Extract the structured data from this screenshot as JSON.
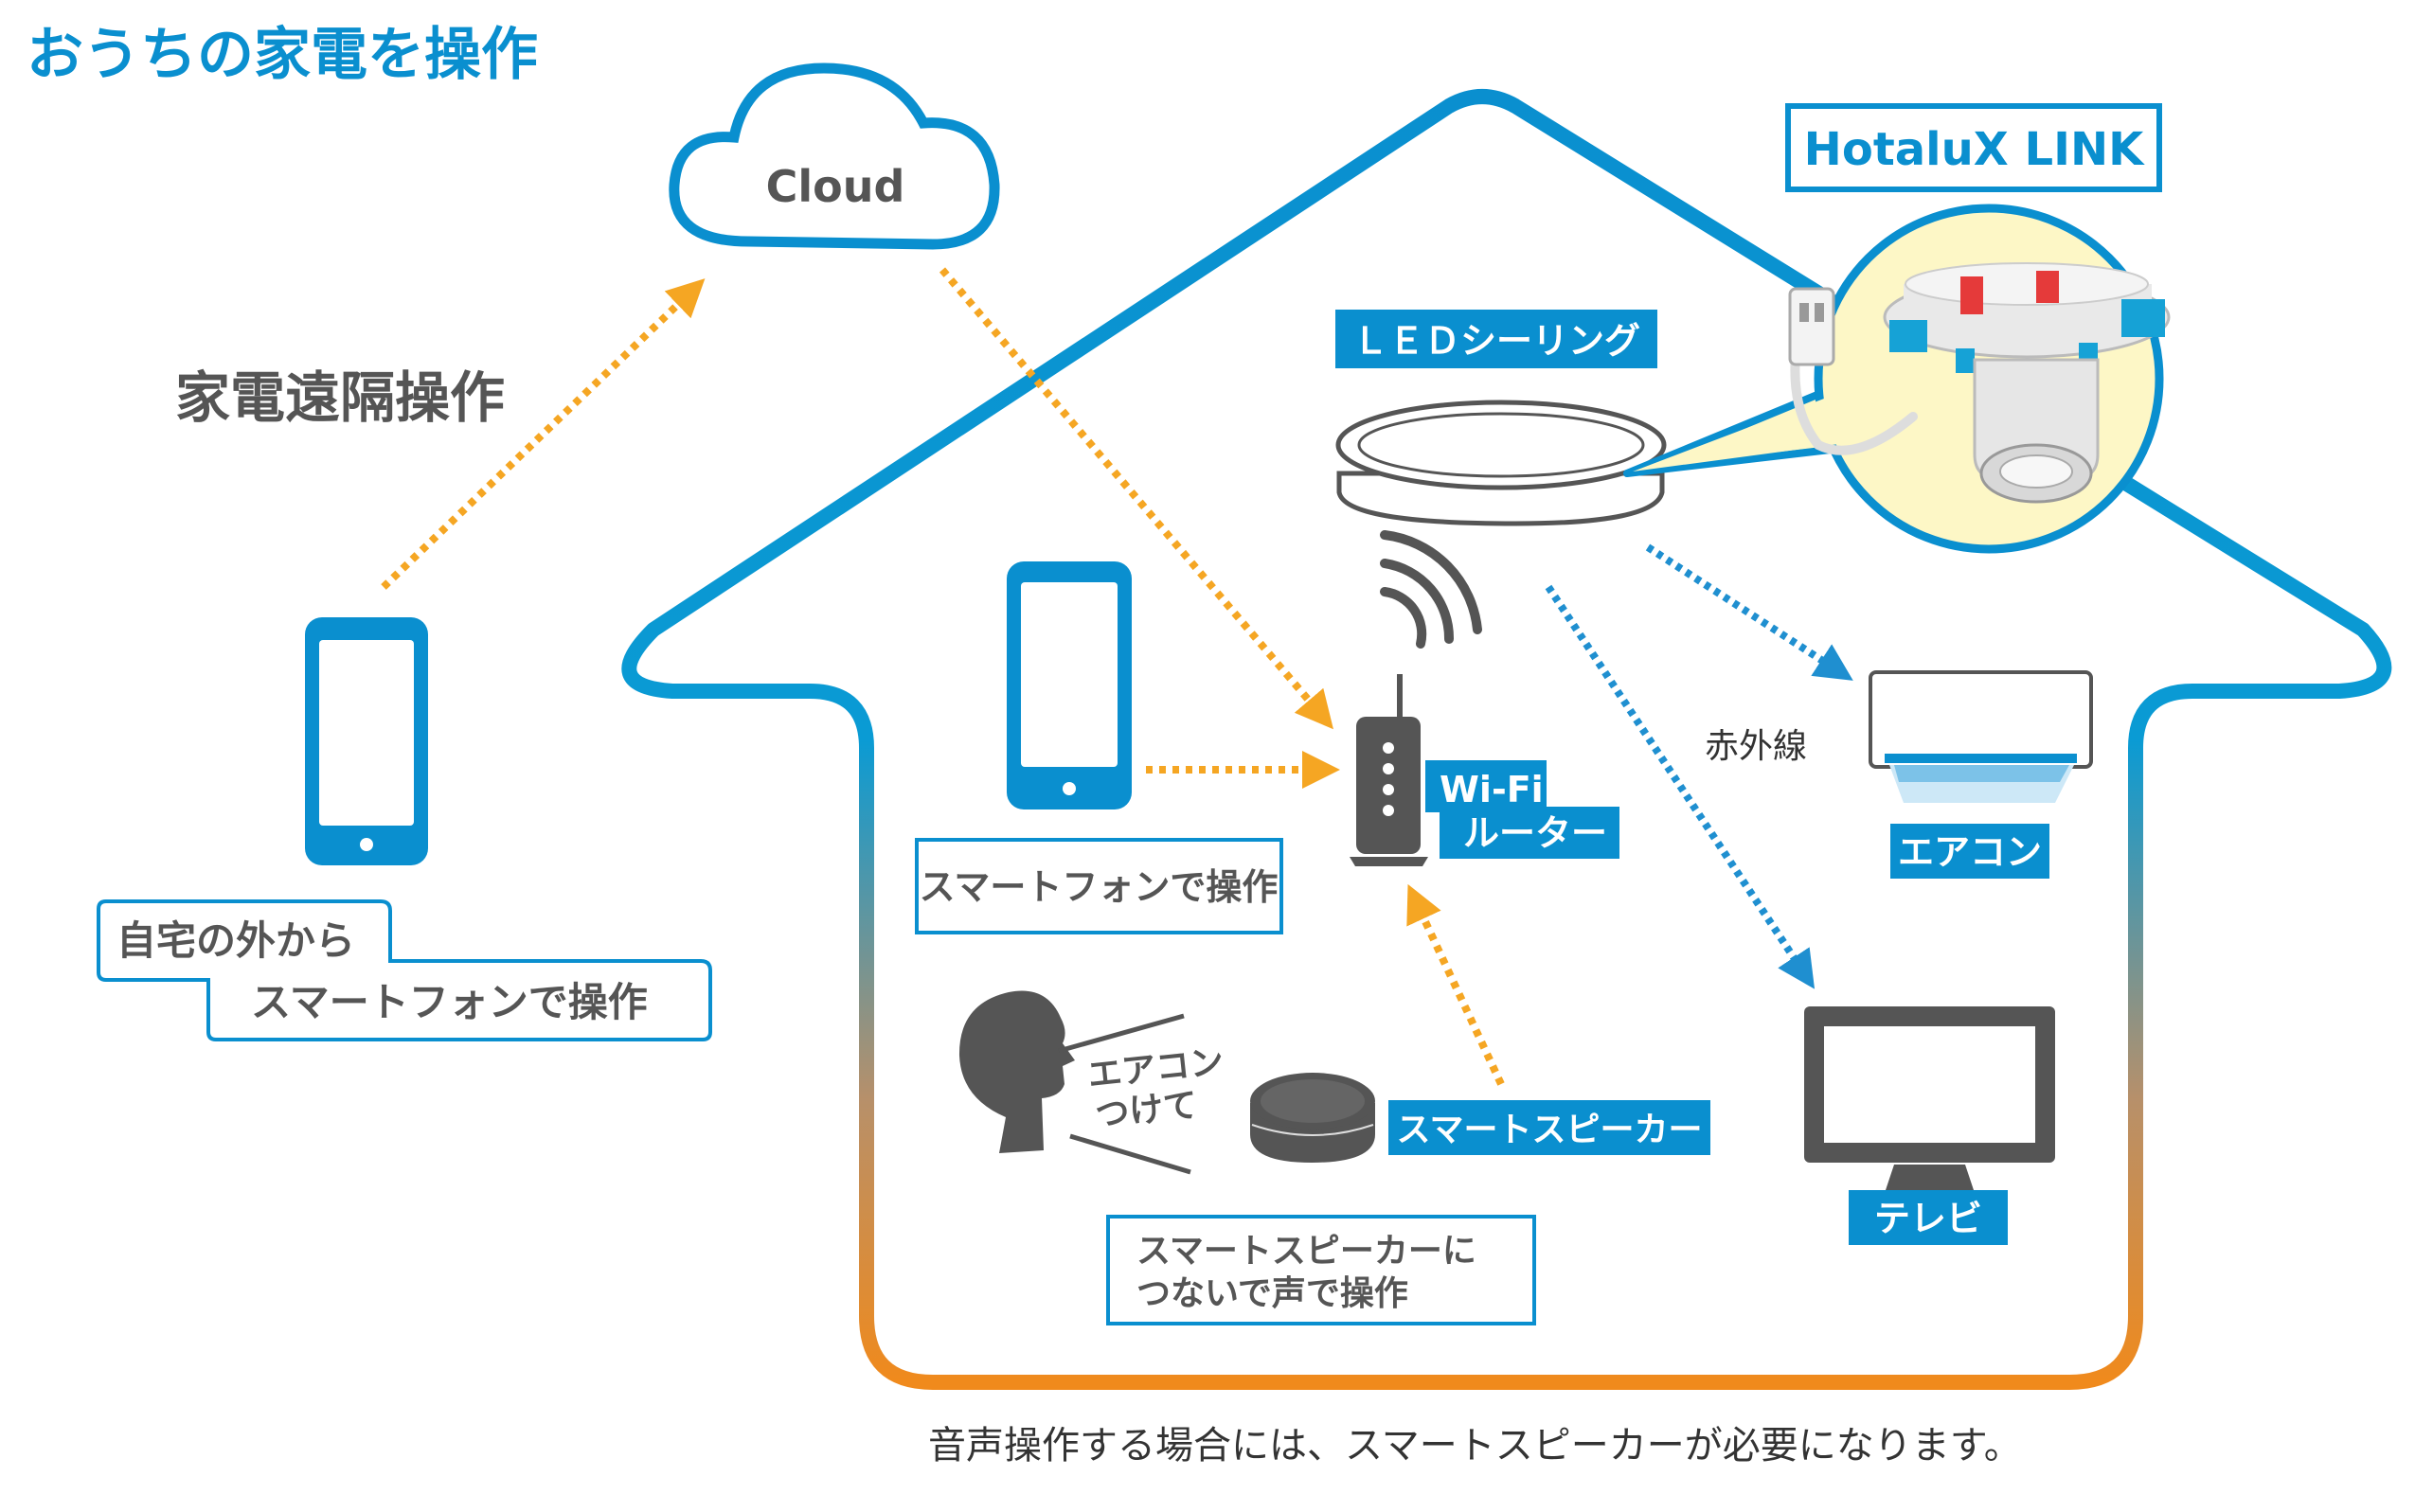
{
  "title": "おうちの家電を操作",
  "cloud_label": "Cloud",
  "remote_label": "家電遠隔操作",
  "outside_label": {
    "line1": "自宅の外から",
    "line2": "スマートフォンで操作"
  },
  "product_label": "HotaluX LINK",
  "led_label": "ＬＥＤシーリング",
  "router_label": {
    "line1": "Wi-Fi",
    "line2": "ルーター"
  },
  "indoor_phone_label": "スマートフォンで操作",
  "voice_bubble": {
    "line1": "エアコン",
    "line2": "つけて"
  },
  "speaker_label": "スマートスピーカー",
  "speaker_desc": {
    "line1": "スマートスピーカーに",
    "line2": "つないで声で操作"
  },
  "infrared_label": "赤外線",
  "aircon_label": "エアコン",
  "tv_label": "テレビ",
  "footnote": "音声操作する場合には、スマートスピーカーが必要になります。",
  "colors": {
    "blue": "#0a8fcf",
    "orange": "#f08a1c",
    "arrow_orange": "#f5a623",
    "arrow_blue": "#1f8fd0",
    "bubble_fill": "#fdf7c6",
    "device_gray": "#555555"
  }
}
